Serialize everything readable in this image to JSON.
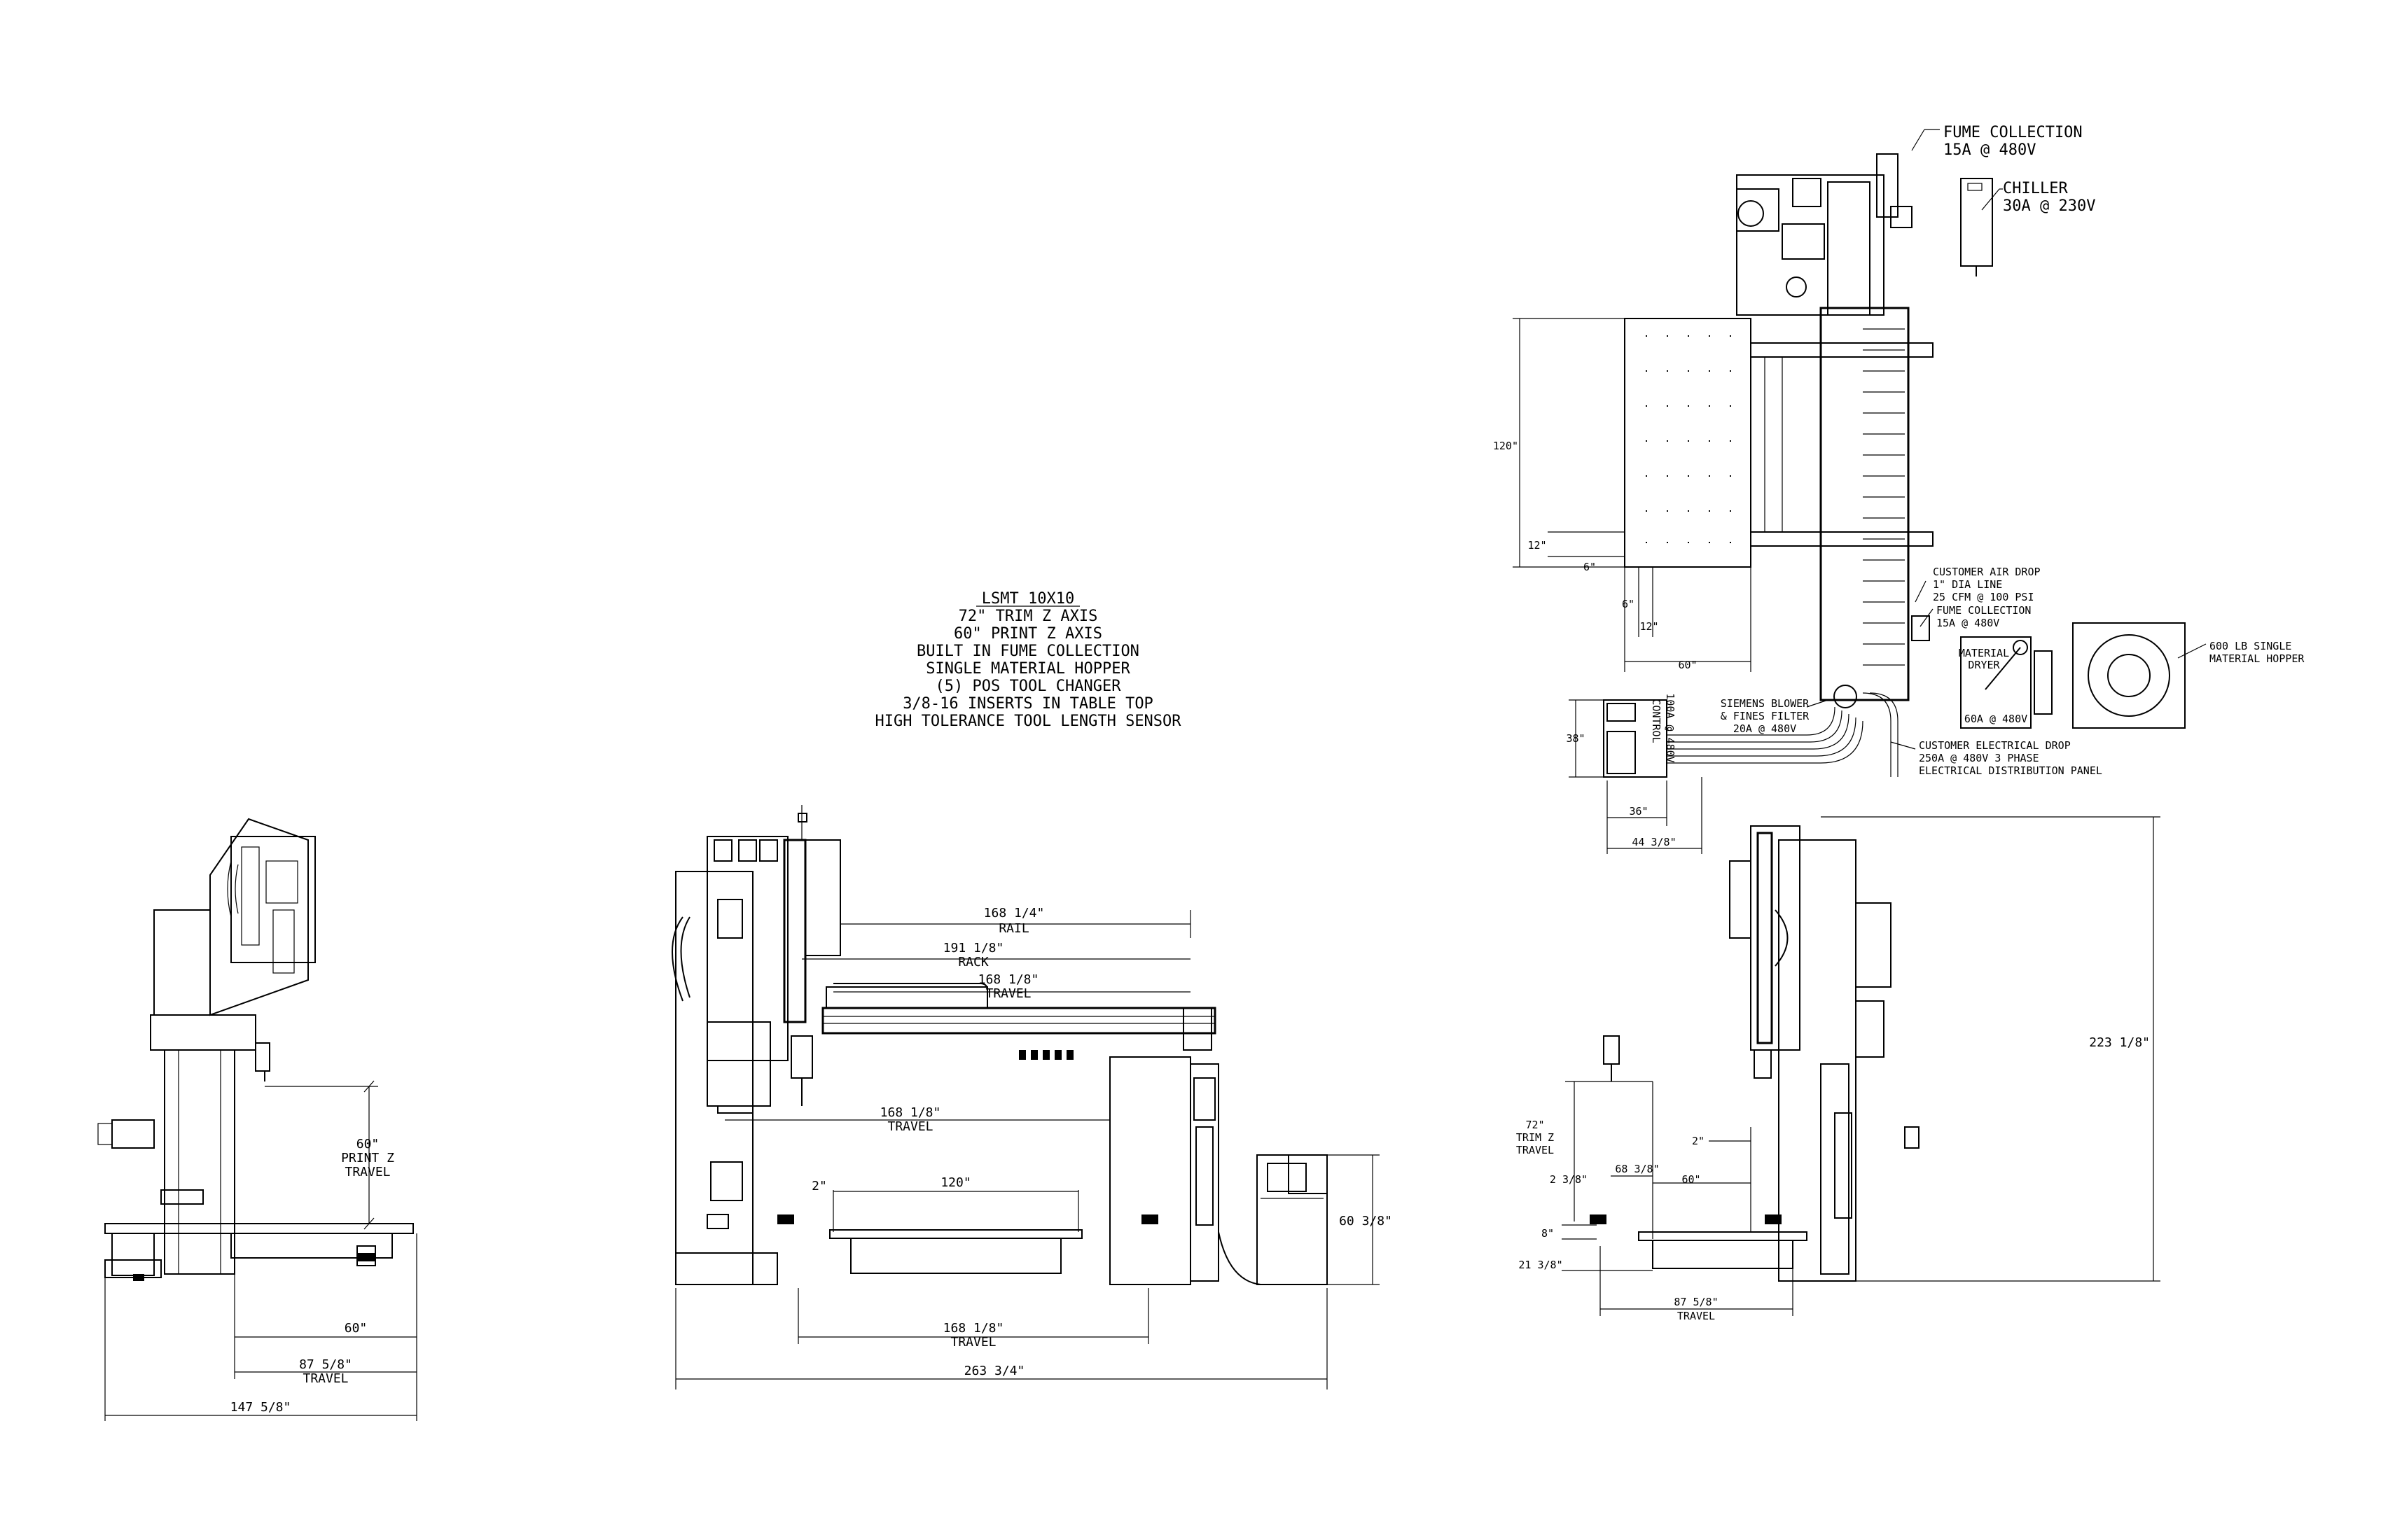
{
  "spec_block": {
    "title": "LSMT 10X10",
    "lines": [
      "72\" TRIM Z AXIS",
      "60\" PRINT Z AXIS",
      "BUILT IN FUME COLLECTION",
      "SINGLE MATERIAL HOPPER",
      "(5) POS TOOL CHANGER",
      "3/8-16 INSERTS IN TABLE TOP",
      "HIGH TOLERANCE TOOL LENGTH SENSOR"
    ]
  },
  "side_view_left": {
    "print_z": [
      "60\"",
      "PRINT Z",
      "TRAVEL"
    ],
    "dim_60": "60\"",
    "dim_87": [
      "87 5/8\"",
      "TRAVEL"
    ],
    "dim_147": "147 5/8\""
  },
  "front_view": {
    "rail": [
      "168 1/4\"",
      "RAIL"
    ],
    "rack": [
      "191 1/8\"",
      "RACK"
    ],
    "travel_top": [
      "168 1/8\"",
      "TRAVEL"
    ],
    "travel_mid": [
      "168 1/8\"",
      "TRAVEL"
    ],
    "dim_2": "2\"",
    "dim_120": "120\"",
    "dim_60_3_8": "60 3/8\"",
    "travel_bottom": [
      "168 1/8\"",
      "TRAVEL"
    ],
    "overall": "263 3/4\""
  },
  "plan_view": {
    "dim_120": "120\"",
    "dim_12a": "12\"",
    "dim_6a": "6\"",
    "dim_6b": "6\"",
    "dim_12b": "12\"",
    "dim_60": "60\"",
    "dim_38": "38\"",
    "dim_36": "36\"",
    "dim_44": "44 3/8\"",
    "control": [
      "CONTROL",
      "100A @ 480V"
    ],
    "siemens": [
      "SIEMENS BLOWER",
      "& FINES FILTER",
      "20A @ 480V"
    ],
    "fume_top": [
      "FUME COLLECTION",
      "15A @ 480V"
    ],
    "chiller": [
      "CHILLER",
      "30A @ 230V"
    ],
    "air_drop": [
      "CUSTOMER AIR DROP",
      "1\" DIA LINE",
      "25 CFM @ 100 PSI"
    ],
    "fume_mid": [
      "FUME COLLECTION",
      "15A @ 480V"
    ],
    "dryer": [
      "MATERIAL",
      "DRYER"
    ],
    "dryer_amp": "60A @ 480V",
    "hopper": [
      "600 LB SINGLE",
      "MATERIAL HOPPER"
    ],
    "elec_drop": [
      "CUSTOMER ELECTRICAL DROP",
      "250A @ 480V 3 PHASE",
      "ELECTRICAL DISTRIBUTION PANEL"
    ]
  },
  "side_view_right": {
    "trim_z": [
      "72\"",
      "TRIM Z",
      "TRAVEL"
    ],
    "dim_2": "2\"",
    "dim_68": "68 3/8\"",
    "dim_2_3_8": "2 3/8\"",
    "dim_60": "60\"",
    "dim_8": "8\"",
    "dim_21": "21 3/8\"",
    "dim_87": [
      "87 5/8\"",
      "TRAVEL"
    ],
    "dim_223": "223 1/8\""
  }
}
